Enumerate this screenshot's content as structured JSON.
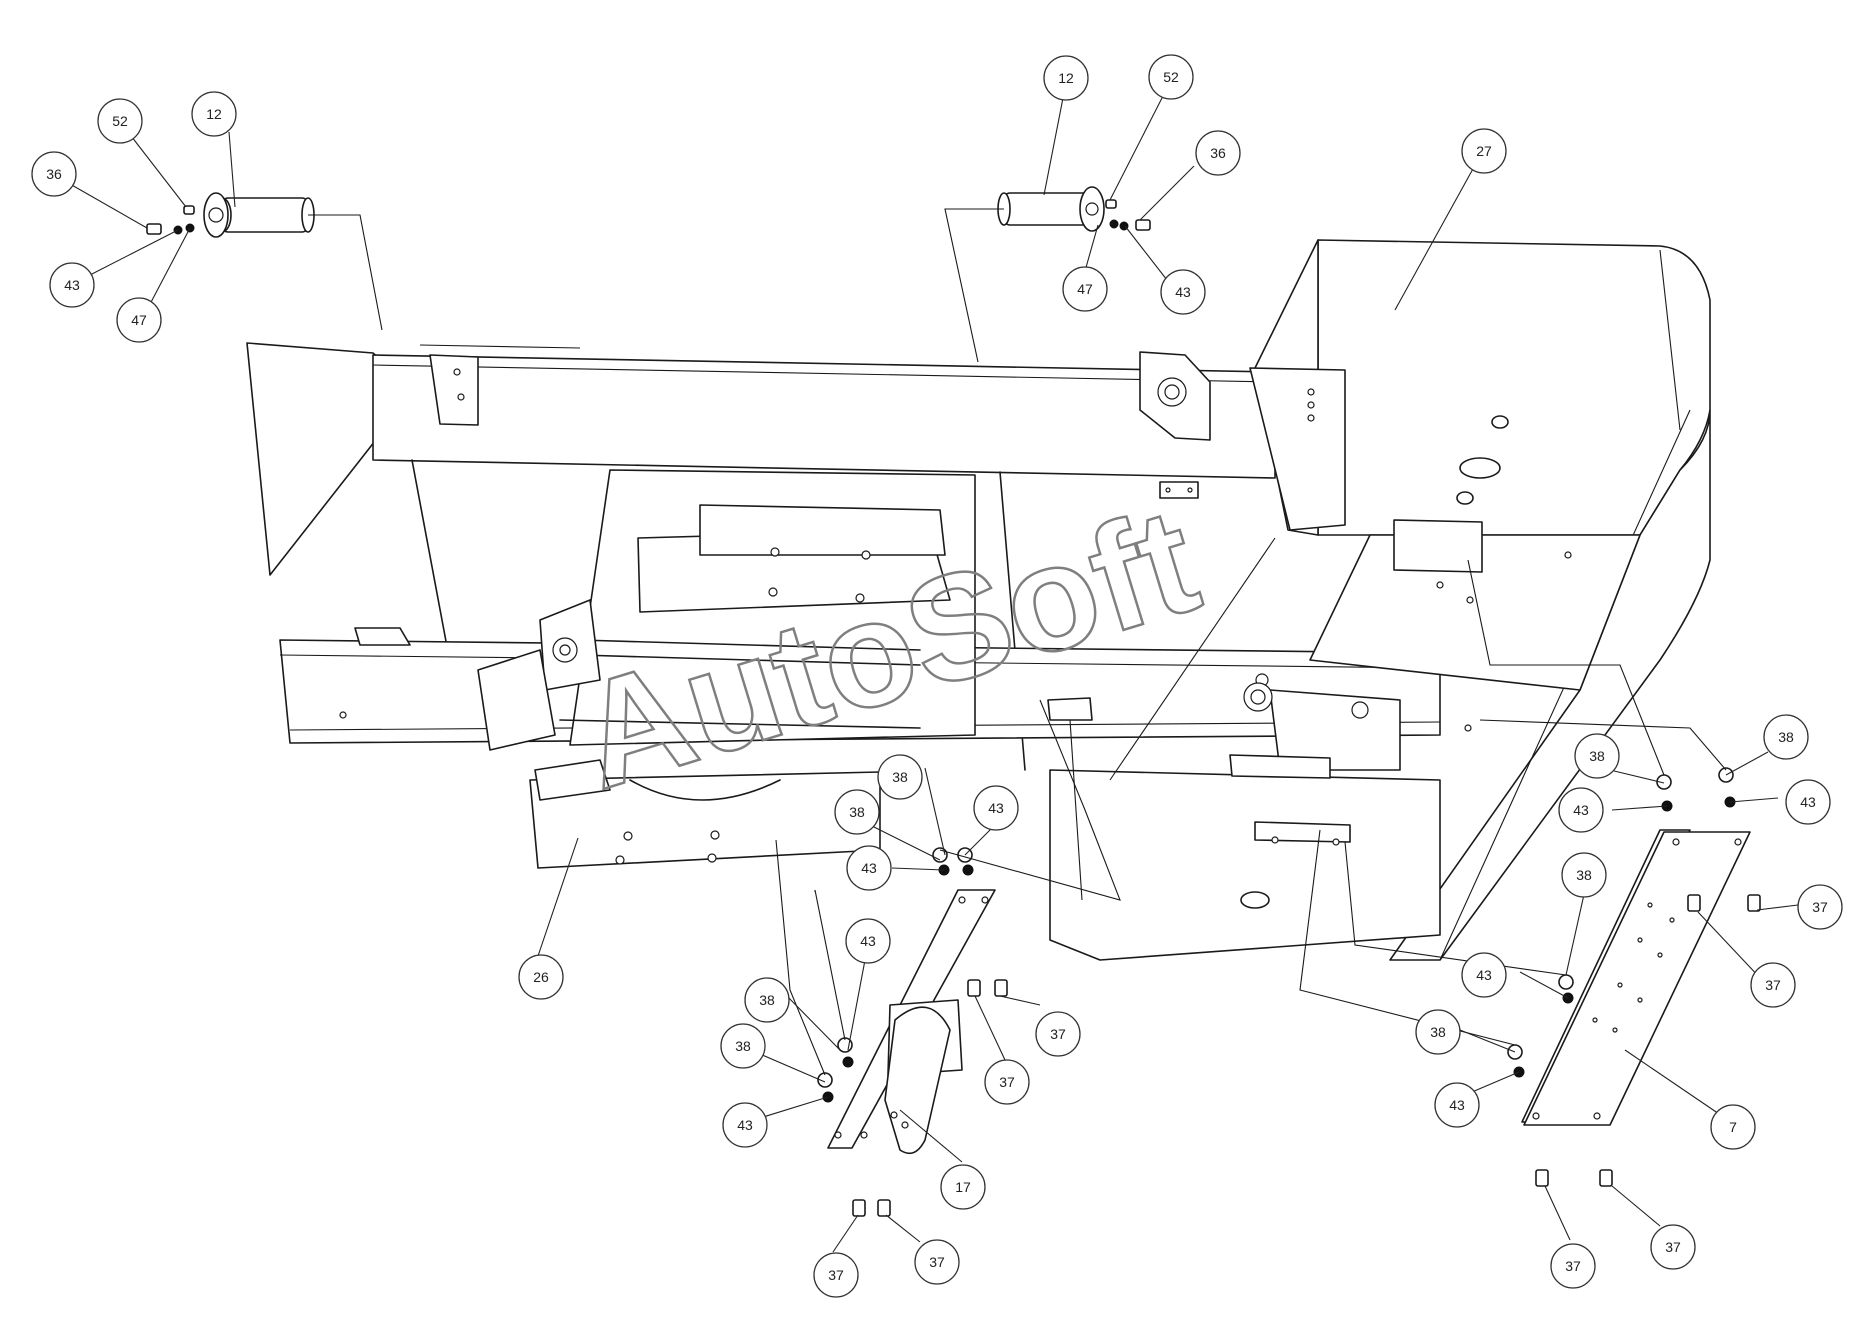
{
  "watermark": "AutoSoft",
  "callouts": [
    {
      "id": "c-52-l",
      "label": "52"
    },
    {
      "id": "c-12-l",
      "label": "12"
    },
    {
      "id": "c-36-l",
      "label": "36"
    },
    {
      "id": "c-43-l",
      "label": "43"
    },
    {
      "id": "c-47-l",
      "label": "47"
    },
    {
      "id": "c-12-r",
      "label": "12"
    },
    {
      "id": "c-52-r",
      "label": "52"
    },
    {
      "id": "c-36-r",
      "label": "36"
    },
    {
      "id": "c-47-r",
      "label": "47"
    },
    {
      "id": "c-43-r",
      "label": "43"
    },
    {
      "id": "c-27",
      "label": "27"
    },
    {
      "id": "c-26",
      "label": "26"
    },
    {
      "id": "c-38-a",
      "label": "38"
    },
    {
      "id": "c-38-b",
      "label": "38"
    },
    {
      "id": "c-43-a",
      "label": "43"
    },
    {
      "id": "c-43-b",
      "label": "43"
    },
    {
      "id": "c-43-c",
      "label": "43"
    },
    {
      "id": "c-38-c",
      "label": "38"
    },
    {
      "id": "c-38-d",
      "label": "38"
    },
    {
      "id": "c-43-d",
      "label": "43"
    },
    {
      "id": "c-37-a",
      "label": "37"
    },
    {
      "id": "c-37-b",
      "label": "37"
    },
    {
      "id": "c-17",
      "label": "17"
    },
    {
      "id": "c-37-c",
      "label": "37"
    },
    {
      "id": "c-37-d",
      "label": "37"
    },
    {
      "id": "c-38-e",
      "label": "38"
    },
    {
      "id": "c-38-f",
      "label": "38"
    },
    {
      "id": "c-43-e",
      "label": "43"
    },
    {
      "id": "c-43-f",
      "label": "43"
    },
    {
      "id": "c-37-e",
      "label": "37"
    },
    {
      "id": "c-37-f",
      "label": "37"
    },
    {
      "id": "c-38-g",
      "label": "38"
    },
    {
      "id": "c-43-g",
      "label": "43"
    },
    {
      "id": "c-38-h",
      "label": "38"
    },
    {
      "id": "c-43-h",
      "label": "43"
    },
    {
      "id": "c-7",
      "label": "7"
    },
    {
      "id": "c-37-g",
      "label": "37"
    },
    {
      "id": "c-37-h",
      "label": "37"
    }
  ]
}
